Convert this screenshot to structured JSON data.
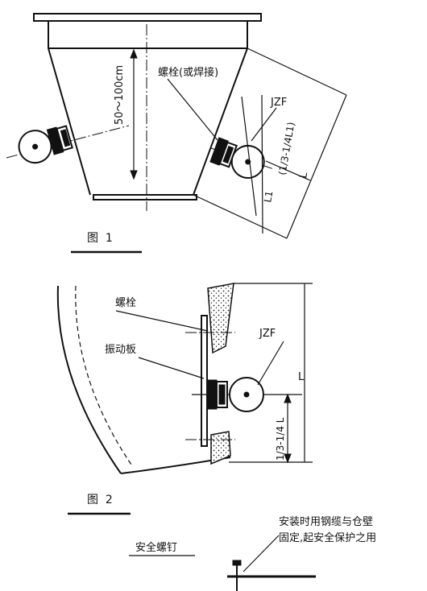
{
  "figure1": {
    "caption": "图  1",
    "bolt_label": "螺栓(或焊接)",
    "dimension_label": "50～100cm",
    "vibrator_label": "JZF",
    "ratio_label": "(1/3-1/4L1)",
    "l1_label": "L1",
    "l_label": "L"
  },
  "figure2": {
    "caption": "图  2",
    "bolt_label": "螺栓",
    "plate_label": "振动板",
    "vibrator_label": "JZF",
    "ratio_label": "1/3-1/4 L",
    "l_label": "L"
  },
  "figure3": {
    "screw_label": "安全螺钉",
    "note_line1": "安装时用钢缆与仓壁",
    "note_line2": "固定,起安全保护之用"
  }
}
